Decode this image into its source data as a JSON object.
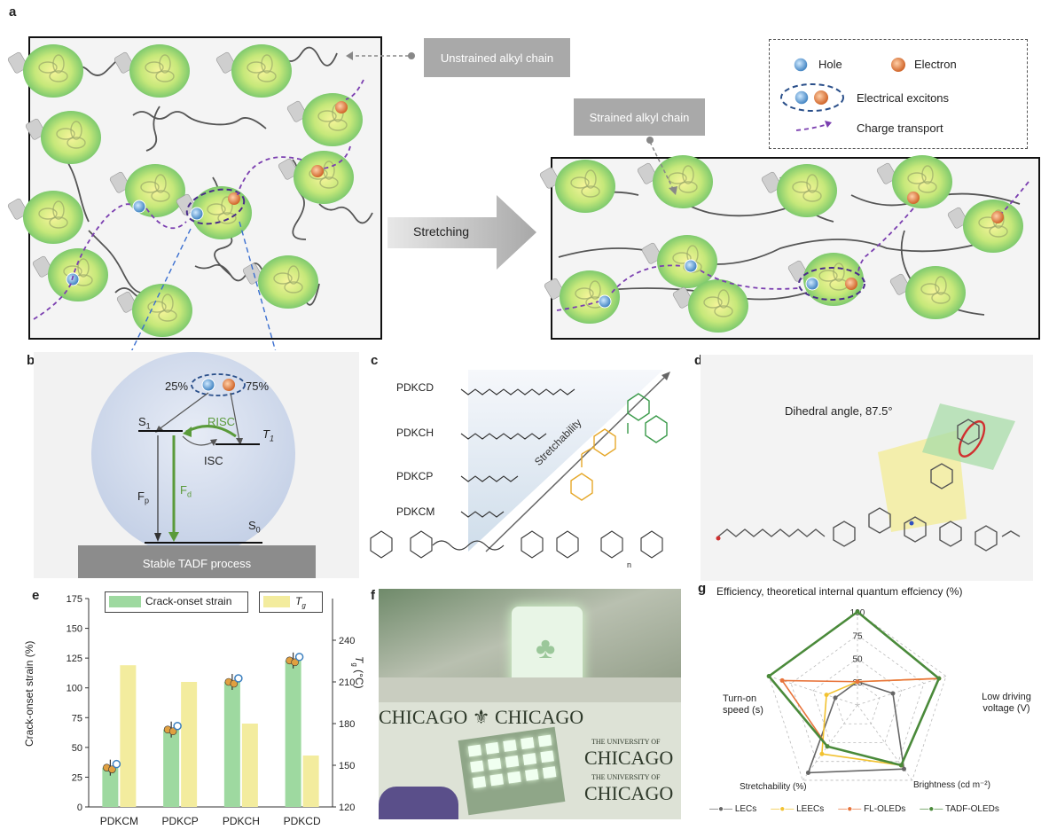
{
  "panels": {
    "a": "a",
    "b": "b",
    "c": "c",
    "d": "d",
    "e": "e",
    "f": "f",
    "g": "g"
  },
  "panel_a": {
    "unstrained_label": "Unstrained alkyl chain",
    "strained_label": "Strained alkyl chain",
    "stretching_label": "Stretching",
    "legend": {
      "hole": "Hole",
      "electron": "Electron",
      "excitons": "Electrical excitons",
      "transport": "Charge transport"
    },
    "colors": {
      "hole": "#4a90c8",
      "electron": "#e07b3c",
      "transport": "#7b3fb0",
      "emitter": "#a6d86a"
    }
  },
  "panel_b": {
    "pct_s": "25%",
    "pct_t": "75%",
    "s1": "S",
    "s1_sub": "1",
    "t1": "T",
    "t1_sub": "1",
    "risc": "RISC",
    "isc": "ISC",
    "fp": "F",
    "fp_sub": "p",
    "fd": "F",
    "fd_sub": "d",
    "s0": "S",
    "s0_sub": "0",
    "base_label": "Stable TADF process"
  },
  "panel_c": {
    "polymers": [
      "PDKCD",
      "PDKCH",
      "PDKCP",
      "PDKCM"
    ],
    "stretchability": "Stretchability",
    "subscript_n": "n"
  },
  "panel_d": {
    "title": "Dihedral angle, 87.5°"
  },
  "panel_e": {
    "legend": {
      "crack": "Crack-onset strain",
      "tg": "T",
      "tg_sub": "g"
    },
    "ylabel_left": "Crack-onset strain (%)",
    "ylabel_right": "T",
    "ylabel_right_sub": "g",
    "ylabel_right_unit": " (°C)"
  },
  "panel_f": {
    "banner": "CHICAGO",
    "univ": "THE UNIVERSITY OF"
  },
  "panel_g": {
    "title": "Efficiency, theoretical internal quantum effciency (%)",
    "axes": [
      "Turn-on speed (s)",
      "Low driving voltage (V)",
      "Brightness (cd m⁻²)",
      "Stretchability (%)"
    ],
    "ticks_eff": [
      "100",
      "75",
      "50",
      "25"
    ],
    "legend": [
      "LECs",
      "LEECs",
      "FL-OLEDs",
      "TADF-OLEDs"
    ]
  },
  "chart_data": [
    {
      "type": "bar",
      "title": "",
      "categories": [
        "PDKCM",
        "PDKCP",
        "PDKCH",
        "PDKCD"
      ],
      "series": [
        {
          "name": "Crack-onset strain",
          "axis": "left",
          "values": [
            33,
            65,
            105,
            123
          ],
          "color": "#9ed9a0"
        },
        {
          "name": "Tg",
          "axis": "right",
          "values": [
            222,
            210,
            180,
            157
          ],
          "color": "#f3ec9e"
        }
      ],
      "ylim_left": [
        0,
        175
      ],
      "yticks_left": [
        0,
        25,
        50,
        75,
        100,
        125,
        150,
        175
      ],
      "ylim_right": [
        120,
        270
      ],
      "yticks_right": [
        120,
        150,
        180,
        210,
        240
      ],
      "xlabel": "",
      "ylabel": "Crack-onset strain (%)",
      "grid": false,
      "legend": "top"
    },
    {
      "type": "radar",
      "title": "Efficiency, theoretical internal quantum effciency (%)",
      "axes": [
        "Efficiency",
        "Low driving voltage",
        "Brightness",
        "Stretchability",
        "Turn-on speed"
      ],
      "series": [
        {
          "name": "LECs",
          "color": "#666666",
          "values": [
            0.25,
            0.4,
            0.85,
            0.9,
            0.25
          ]
        },
        {
          "name": "LEECs",
          "color": "#f2c230",
          "values": [
            0.25,
            0.92,
            0.8,
            0.65,
            0.35
          ]
        },
        {
          "name": "FL-OLEDs",
          "color": "#e8743b",
          "values": [
            0.25,
            0.92,
            0.8,
            0.55,
            0.85
          ]
        },
        {
          "name": "TADF-OLEDs",
          "color": "#4a8a3a",
          "values": [
            1.0,
            0.92,
            0.8,
            0.55,
            1.0
          ]
        }
      ],
      "legend": "bottom"
    }
  ]
}
